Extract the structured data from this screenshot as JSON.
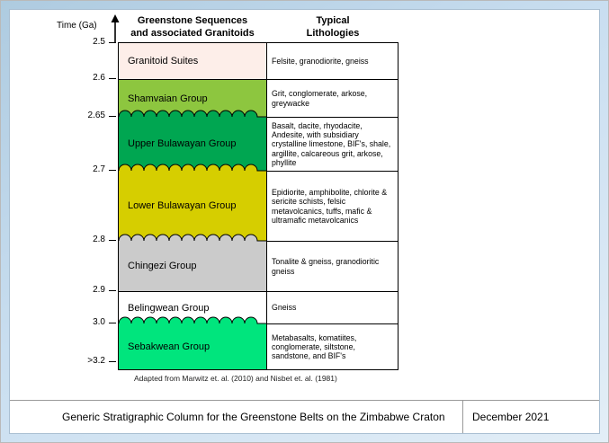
{
  "header": {
    "axis_title": "Time (Ga)",
    "left_col_title": "Greenstone Sequences\nand associated Granitoids",
    "right_col_title": "Typical\nLithologies"
  },
  "axis": {
    "ticks": [
      "2.5",
      "2.6",
      "2.65",
      "2.7",
      "2.8",
      "2.9",
      "3.0",
      ">3.2"
    ]
  },
  "rows": [
    {
      "name": "Granitoid Suites",
      "lithology": "Felsite, granodiorite, gneiss",
      "color": "#fdeee9",
      "wavy_top": false
    },
    {
      "name": "Shamvaian Group",
      "lithology": "Grit, conglomerate, arkose, greywacke",
      "color": "#8dc63f",
      "wavy_top": false
    },
    {
      "name": "Upper Bulawayan Group",
      "lithology": "Basalt, dacite, rhyodacite, Andesite, with subsidiary crystalline limestone, BIF's, shale, argillite, calcareous grit, arkose, phyllite",
      "color": "#00a651",
      "wavy_top": true
    },
    {
      "name": "Lower Bulawayan Group",
      "lithology": "Epidiorite, amphibolite, chlorite & sericite schists, felsic metavolcanics, tuffs, mafic & ultramafic metavolcanics",
      "color": "#d6ce00",
      "wavy_top": true
    },
    {
      "name": "Chingezi Group",
      "lithology": "Tonalite & gneiss, granodioritic gneiss",
      "color": "#cbcbcb",
      "wavy_top": true
    },
    {
      "name": "Belingwean Group",
      "lithology": "Gneiss",
      "color": "#ffffff",
      "wavy_top": false
    },
    {
      "name": "Sebakwean Group",
      "lithology": "Metabasalts, komatiites, conglomerate, siltstone, sandstone, and BIF's",
      "color": "#00e57d",
      "wavy_top": true
    }
  ],
  "source_note": "Adapted from Marwitz et. al. (2010) and Nisbet et. al. (1981)",
  "footer": {
    "caption": "Generic Stratigraphic Column for the Greenstone Belts on the Zimbabwe Craton",
    "date": "December 2021"
  }
}
